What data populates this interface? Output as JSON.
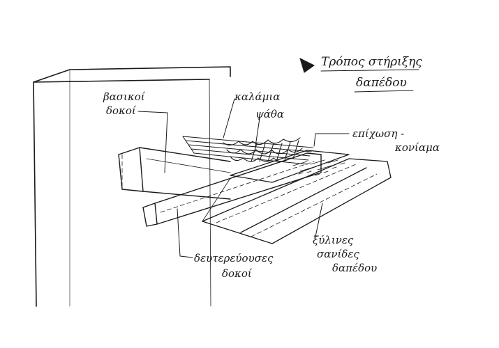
{
  "title": {
    "line1": "Τρόπος στήριξης",
    "line2": "δαπέδου"
  },
  "labels": {
    "main_beams": {
      "line1": "βασικοί",
      "line2": "δοκοί"
    },
    "reed_mat": "καλάμια",
    "straw": "ψάθα",
    "plaster": {
      "line1": "επίχωση -",
      "line2": "κονίαμα"
    },
    "secondary_beams": {
      "line1": "δευτερεύουσες",
      "line2": "δοκοί"
    },
    "floor_boards": {
      "line1": "ξύλινες",
      "line2": "σανίδες",
      "line3": "δαπέδου"
    }
  },
  "colors": {
    "ink": "#1a1a1a",
    "paper": "#ffffff"
  }
}
